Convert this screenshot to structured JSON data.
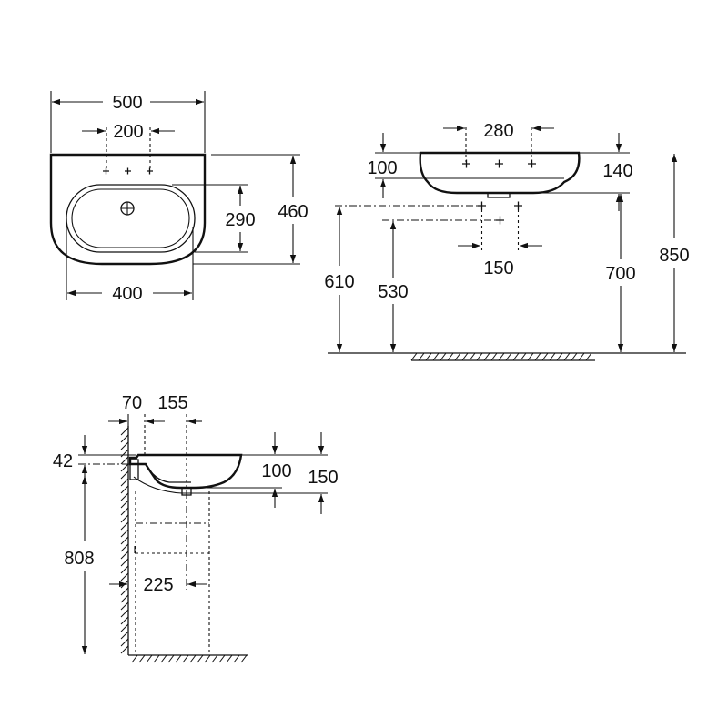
{
  "top_view": {
    "overall_width": "500",
    "tap_spacing": "200",
    "depth": "460",
    "bowl_depth": "290",
    "bottom_width": "400"
  },
  "front_view": {
    "tap_spacing": "280",
    "rim_to_tap": "100",
    "bowl_height": "140",
    "waste_spacing": "150",
    "height_610": "610",
    "height_530": "530",
    "height_700": "700",
    "height_850": "850"
  },
  "side_view": {
    "wall_offset": "70",
    "tap_offset": "155",
    "rim_thickness": "42",
    "depth_100": "100",
    "depth_150": "150",
    "wall_height": "808",
    "trap_offset": "225"
  }
}
